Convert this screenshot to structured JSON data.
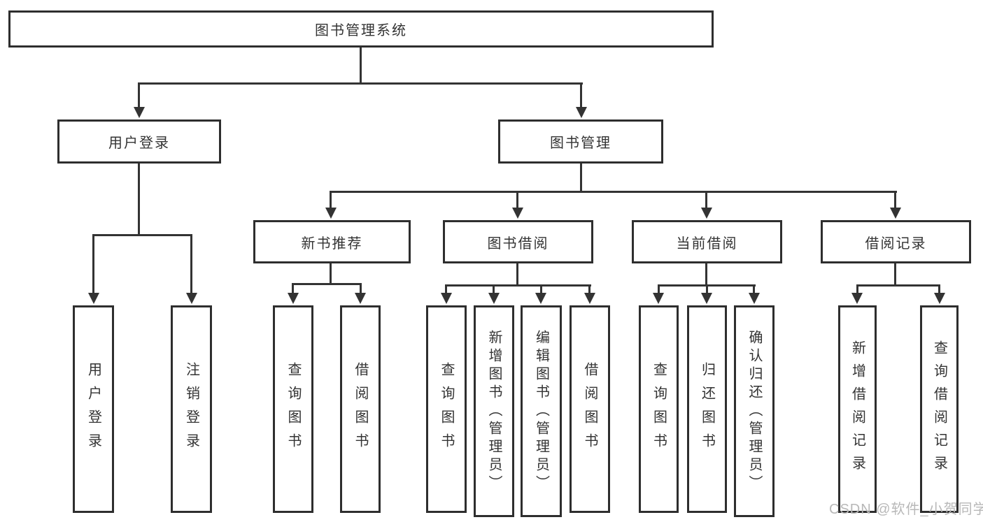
{
  "diagram": {
    "root_label": "图书管理系统",
    "level2": {
      "user_login": "用户登录",
      "book_management": "图书管理"
    },
    "level3": {
      "new_book_recommend": "新书推荐",
      "book_borrowing": "图书借阅",
      "current_borrowing": "当前借阅",
      "borrowing_records": "借阅记录"
    },
    "leaves": {
      "user_login": "用户登录",
      "logout": "注销登录",
      "nb_query_books": "查询图书",
      "nb_borrow_books": "借阅图书",
      "bb_query_books": "查询图书",
      "bb_add_book_admin": "新增图书（管理员）",
      "bb_edit_book_admin": "编辑图书（管理员）",
      "bb_borrow_books": "借阅图书",
      "cb_query_books": "查询图书",
      "cb_return_books": "归还图书",
      "cb_confirm_return_admin": "确认归还（管理员）",
      "br_add_record": "新增借阅记录",
      "br_query_record": "查询借阅记录"
    },
    "watermark": "CSDN @软件_小贺同学",
    "colors": {
      "line": "#333333",
      "text": "#333333",
      "box_background": "#ffffff",
      "watermark": "#b8b8b8"
    }
  }
}
